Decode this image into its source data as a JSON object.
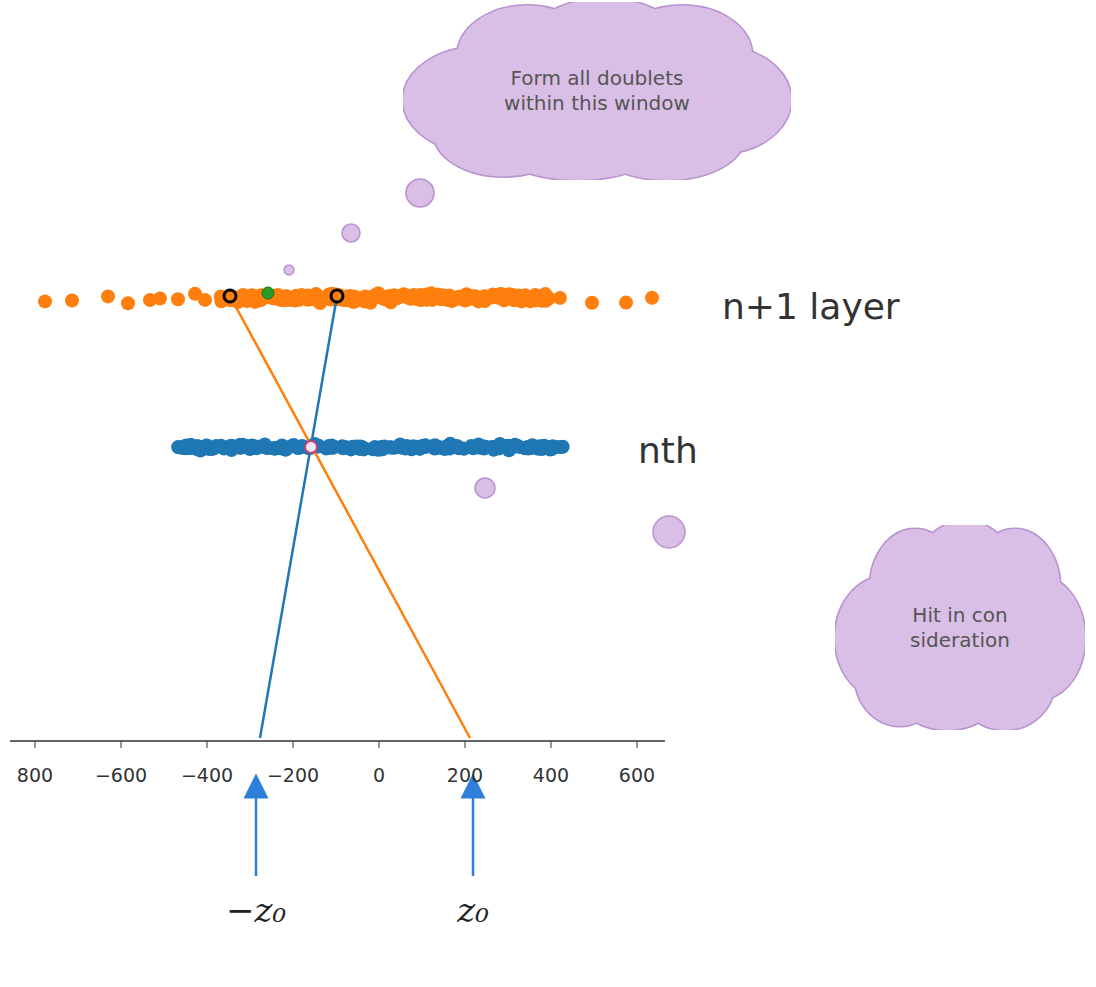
{
  "diagram": {
    "nodes": [
      {
        "text": [
          "Form all doublets within this window"
        ]
      },
      {
        "text": [
          "Hit in consideration"
        ]
      }
    ],
    "labels": [
      "n+1 layer",
      "nth",
      "800",
      "−600",
      "−400",
      "−200",
      "0",
      "200",
      "400",
      "600",
      "−z₀",
      "z₀"
    ]
  }
}
